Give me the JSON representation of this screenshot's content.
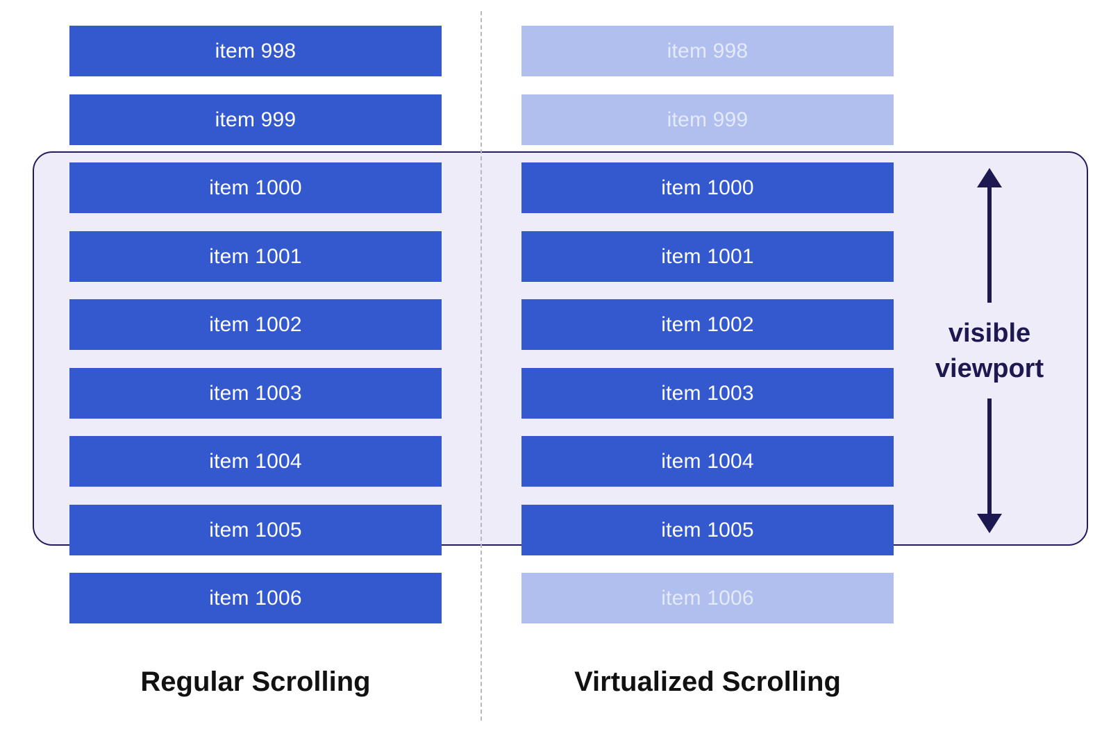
{
  "colors": {
    "item_active": "#3459cf",
    "item_faded": "#b0bfee",
    "viewport_fill": "#efecfa",
    "viewport_border": "#231b5e"
  },
  "regular_column": {
    "label": "Regular Scrolling",
    "items": [
      {
        "label": "item 998",
        "rendered": true
      },
      {
        "label": "item 999",
        "rendered": true
      },
      {
        "label": "item 1000",
        "rendered": true
      },
      {
        "label": "item 1001",
        "rendered": true
      },
      {
        "label": "item 1002",
        "rendered": true
      },
      {
        "label": "item 1003",
        "rendered": true
      },
      {
        "label": "item 1004",
        "rendered": true
      },
      {
        "label": "item 1005",
        "rendered": true
      },
      {
        "label": "item 1006",
        "rendered": true
      }
    ]
  },
  "virtualized_column": {
    "label": "Virtualized Scrolling",
    "items": [
      {
        "label": "item 998",
        "rendered": false
      },
      {
        "label": "item 999",
        "rendered": false
      },
      {
        "label": "item 1000",
        "rendered": true
      },
      {
        "label": "item 1001",
        "rendered": true
      },
      {
        "label": "item 1002",
        "rendered": true
      },
      {
        "label": "item 1003",
        "rendered": true
      },
      {
        "label": "item 1004",
        "rendered": true
      },
      {
        "label": "item 1005",
        "rendered": true
      },
      {
        "label": "item 1006",
        "rendered": false
      }
    ]
  },
  "viewport": {
    "line1": "visible",
    "line2": "viewport"
  }
}
